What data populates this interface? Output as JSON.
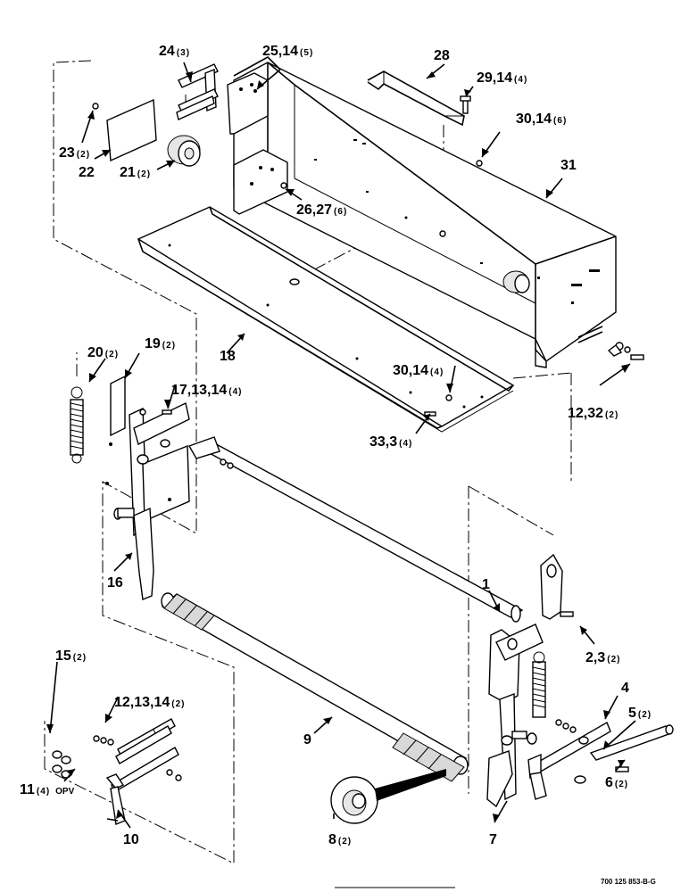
{
  "callouts": [
    {
      "id": "c24",
      "num": "24",
      "qty": "(3)"
    },
    {
      "id": "c25",
      "num": "25,14",
      "qty": "(5)"
    },
    {
      "id": "c28",
      "num": "28",
      "qty": ""
    },
    {
      "id": "c29",
      "num": "29,14",
      "qty": "(4)"
    },
    {
      "id": "c30a",
      "num": "30,14",
      "qty": "(6)"
    },
    {
      "id": "c31",
      "num": "31",
      "qty": ""
    },
    {
      "id": "c23",
      "num": "23",
      "qty": "(2)"
    },
    {
      "id": "c22",
      "num": "22",
      "qty": ""
    },
    {
      "id": "c21",
      "num": "21",
      "qty": "(2)"
    },
    {
      "id": "c26",
      "num": "26,27",
      "qty": "(6)"
    },
    {
      "id": "c18",
      "num": "18",
      "qty": ""
    },
    {
      "id": "c20",
      "num": "20",
      "qty": "(2)"
    },
    {
      "id": "c19",
      "num": "19",
      "qty": "(2)"
    },
    {
      "id": "c17",
      "num": "17,13,14",
      "qty": "(4)"
    },
    {
      "id": "c30b",
      "num": "30,14",
      "qty": "(4)"
    },
    {
      "id": "c12a",
      "num": "12,32",
      "qty": "(2)"
    },
    {
      "id": "c33",
      "num": "33,3",
      "qty": "(4)"
    },
    {
      "id": "c16",
      "num": "16",
      "qty": ""
    },
    {
      "id": "c1",
      "num": "1",
      "qty": ""
    },
    {
      "id": "c2",
      "num": "2,3",
      "qty": "(2)"
    },
    {
      "id": "c15",
      "num": "15",
      "qty": "(2)"
    },
    {
      "id": "c12b",
      "num": "12,13,14",
      "qty": "(2)"
    },
    {
      "id": "c9",
      "num": "9",
      "qty": ""
    },
    {
      "id": "c4",
      "num": "4",
      "qty": ""
    },
    {
      "id": "c5",
      "num": "5",
      "qty": "(2)"
    },
    {
      "id": "c6",
      "num": "6",
      "qty": "(2)"
    },
    {
      "id": "c11",
      "num": "11",
      "qty": "(4)"
    },
    {
      "id": "c10",
      "num": "10",
      "qty": ""
    },
    {
      "id": "c8",
      "num": "8",
      "qty": "(2)"
    },
    {
      "id": "c7",
      "num": "7",
      "qty": ""
    }
  ],
  "opv_note": "OPV",
  "drawing_number": "700 125 853-B-G"
}
